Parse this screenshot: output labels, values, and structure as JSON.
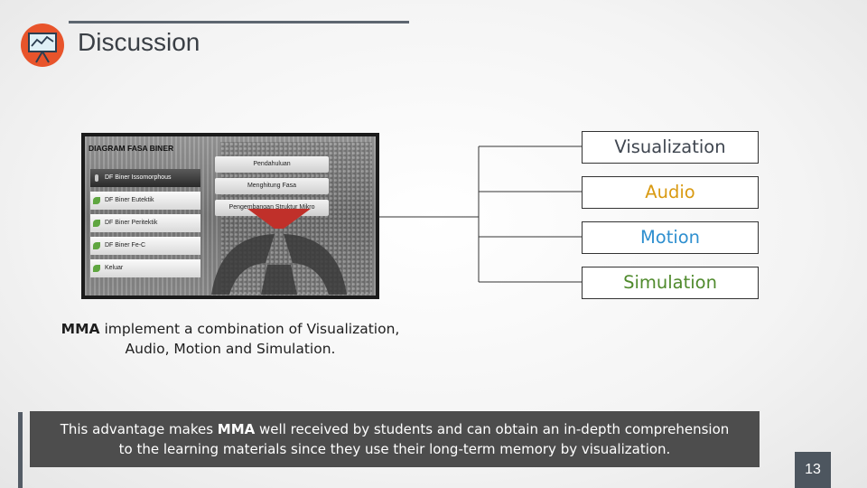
{
  "slide": {
    "title": "Discussion",
    "page_number": "13"
  },
  "app_screenshot": {
    "title": "DIAGRAM FASA BINER",
    "left_items": [
      "DF Biner Issomorphous",
      "DF Biner Eutektik",
      "DF Biner Peritektik",
      "DF Biner Fe-C",
      "Keluar"
    ],
    "menu_items": [
      "Pendahuluan",
      "Menghitung Fasa",
      "Pengembangan Struktur Mikro"
    ]
  },
  "tags": {
    "visualization": "Visualization",
    "audio": "Audio",
    "motion": "Motion",
    "simulation": "Simulation"
  },
  "caption": {
    "bold": "MMA",
    "line1_rest": " implement a combination of Visualization,",
    "line2": "Audio, Motion and Simulation."
  },
  "note": {
    "prefix": "This advantage makes ",
    "bold": "MMA",
    "suffix": " well received by students and can obtain an in-depth comprehension",
    "line2": "to the learning materials since they use their long-term memory by visualization."
  },
  "colors": {
    "audio": "#d99a12",
    "motion": "#2e8fcf",
    "simulation": "#4f8a2c",
    "visualization": "#3f4650",
    "icon_circle": "#e8542b"
  }
}
